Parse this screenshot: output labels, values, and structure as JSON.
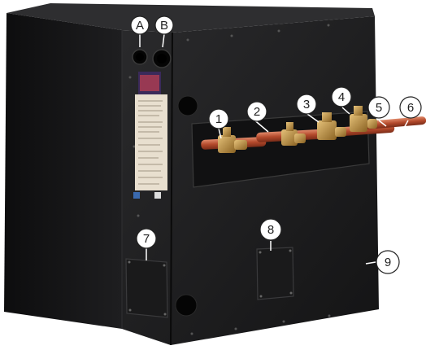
{
  "callouts": {
    "a": "A",
    "b": "B",
    "c1": "1",
    "c2": "2",
    "c3": "3",
    "c4": "4",
    "c5": "5",
    "c6": "6",
    "c7": "7",
    "c8": "8",
    "c9": "9"
  },
  "colors": {
    "cabinet": "#1c1c1e",
    "cabinet_side": "#141415",
    "pipe": "#c15a3c",
    "valve": "#b8893a",
    "callout_bg": "#ffffff"
  }
}
